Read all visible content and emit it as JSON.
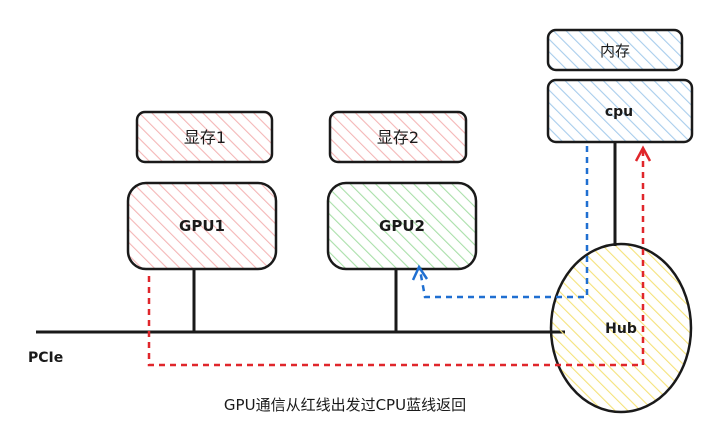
{
  "nodes": {
    "vram1": {
      "label": "显存1",
      "fill": "#f4b6b6"
    },
    "vram2": {
      "label": "显存2",
      "fill": "#f4b6b6"
    },
    "gpu1": {
      "label": "GPU1",
      "fill": "#f4b6b6"
    },
    "gpu2": {
      "label": "GPU2",
      "fill": "#a9dfa9"
    },
    "memory": {
      "label": "内存",
      "fill": "#a8cdec"
    },
    "cpu": {
      "label": "cpu",
      "fill": "#a8cdec"
    },
    "hub": {
      "label": "Hub",
      "fill": "#f5e27a"
    }
  },
  "bus": {
    "label": "PCIe"
  },
  "caption": "GPU通信从红线出发过CPU蓝线返回",
  "colors": {
    "stroke": "#1a1a1a",
    "red_path": "#e0262b",
    "blue_path": "#1f6fd1"
  }
}
